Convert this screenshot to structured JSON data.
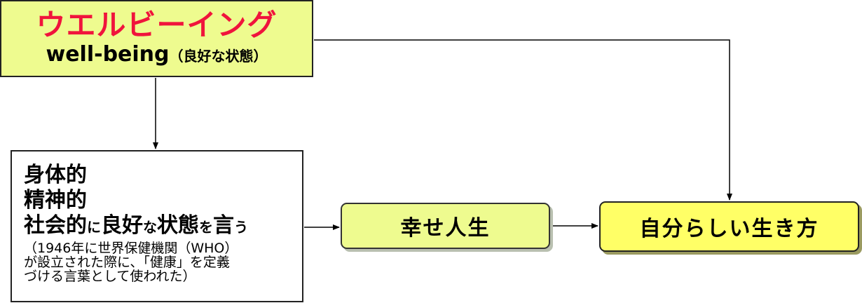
{
  "wellbeing": {
    "title": "ウエルビーイング",
    "subtitle": "well-being",
    "subtitle_note": "（良好な状態）"
  },
  "definition": {
    "line1": "身体的",
    "line2": "精神的",
    "line3": [
      "社会的",
      "に",
      "良好",
      "な",
      "状態",
      "を",
      "言",
      "う"
    ],
    "note": [
      "（1946年に世界保健機関（WHO）",
      "が設立された際に、「健康」を定義",
      "づける言葉として使われた）"
    ]
  },
  "happy_life": "幸せ人生",
  "self_life": "自分らしい生き方",
  "colors": {
    "title_red": "#f0143c",
    "wellbeing_fill": "#eefb8f",
    "happy_fill": "#eefb8f",
    "self_fill": "#ffff66",
    "line": "#000000"
  }
}
